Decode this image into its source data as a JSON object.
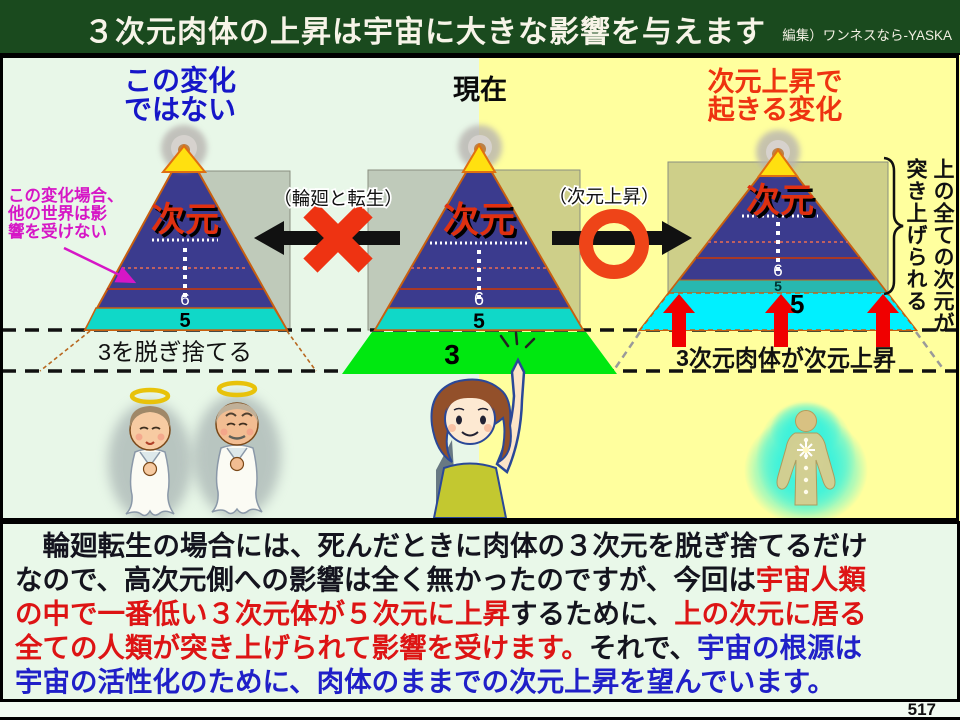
{
  "header": {
    "title": "３次元肉体の上昇は宇宙に大きな影響を与えます",
    "credit": "編集）ワンネスなら-YASKA"
  },
  "sections": {
    "left_heading_line1": "この変化",
    "left_heading_line2": "ではない",
    "center_heading": "現在",
    "right_heading_line1": "次元上昇で",
    "right_heading_line2": "起きる変化"
  },
  "pyramid": {
    "label": "次元",
    "level6": "6",
    "level5": "5",
    "level3": "3",
    "big5": "5"
  },
  "notes": {
    "reincarnation": "（輪廻と転生）",
    "ascension": "（次元上昇）",
    "magenta1": "この変化場合、",
    "magenta2": "他の世界は影",
    "magenta3": "響を受けない",
    "discard": "3を脱ぎ捨てる",
    "ascend_caption": "3次元肉体が次元上昇",
    "vertical_col1": "上の全ての次元が",
    "vertical_col2": "突き上げられる"
  },
  "footer": {
    "lines": [
      {
        "segments": [
          {
            "text": "　輪廻転生の場合には、死んだときに肉体の３次元を脱ぎ捨てるだけ",
            "cls": "t-dark"
          }
        ]
      },
      {
        "segments": [
          {
            "text": "なので、高次元側への影響は全く無かったのですが、今回は",
            "cls": "t-dark"
          },
          {
            "text": "宇宙人類",
            "cls": "t-red"
          }
        ]
      },
      {
        "segments": [
          {
            "text": "の中で一番低い３次元体が５次元に上昇",
            "cls": "t-red"
          },
          {
            "text": "するために、",
            "cls": "t-dark"
          },
          {
            "text": "上の次元に居る",
            "cls": "t-red"
          }
        ]
      },
      {
        "segments": [
          {
            "text": "全ての人類が突き上げられて影響を受けます。",
            "cls": "t-red"
          },
          {
            "text": "それで、",
            "cls": "t-dark"
          },
          {
            "text": "宇宙の根源は",
            "cls": "t-blue"
          }
        ]
      },
      {
        "segments": [
          {
            "text": "宇宙の活性化のために、肉体のままでの次元上昇を望んでいます。",
            "cls": "t-blue"
          }
        ]
      }
    ]
  },
  "page_number": "517",
  "colors": {
    "header_bg": "#1a4a1e",
    "bg_left": "#e8f7e8",
    "bg_right": "#ffff9e",
    "pyramid_navy": "#3b3b8e",
    "cyan_band": "#10d8c8",
    "bright_cyan": "#00f0ff",
    "green_3d": "#00e810",
    "red_accent": "#ee3312",
    "magenta_note": "#d616c6",
    "blue_heading": "#1616c8",
    "footer_red": "#dd1414",
    "footer_blue": "#2020c8"
  }
}
